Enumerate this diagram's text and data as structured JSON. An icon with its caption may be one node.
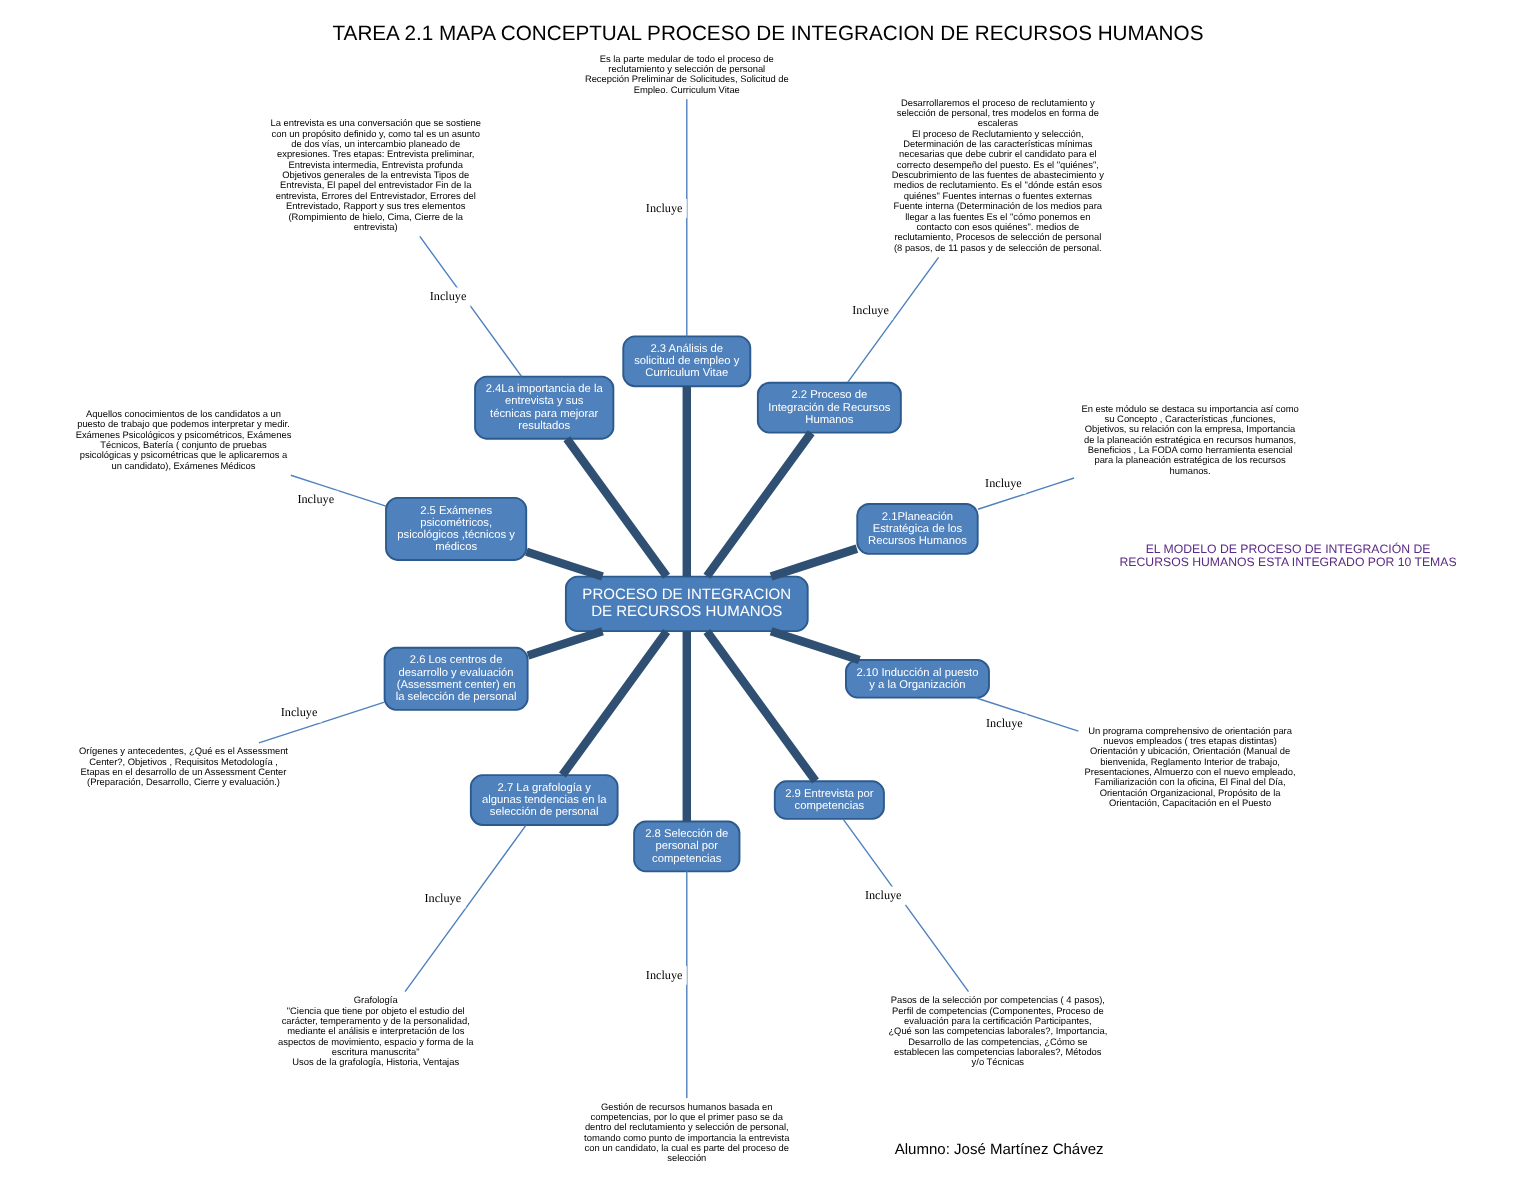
{
  "diagram": {
    "title": "TAREA 2.1 MAPA CONCEPTUAL PROCESO DE INTEGRACION DE RECURSOS HUMANOS",
    "nodes": [
      {
        "text": [
          "PROCESO DE INTEGRACION DE RECURSOS HUMANOS"
        ]
      },
      {
        "text": [
          "2.1Planeación Estratégica de los Recursos Humanos"
        ]
      },
      {
        "text": [
          "2.2 Proceso de Integración de Recursos Humanos"
        ]
      },
      {
        "text": [
          "2.3 Análisis de solicitud de empleo y Curriculum Vitae"
        ]
      },
      {
        "text": [
          "2.4La importancia de la entrevista y sus técnicas para mejorar resultados"
        ]
      },
      {
        "text": [
          "2.5 Exámenes psicométricos, psicológicos ,técnicos y médicos"
        ]
      },
      {
        "text": [
          "2.6 Los centros de desarrollo y evaluación (Assessment center) en la selección de personal"
        ]
      },
      {
        "text": [
          "2.7 La grafología y algunas tendencias en la selección de personal"
        ]
      },
      {
        "text": [
          "2.8 Selección de personal por competencias"
        ]
      },
      {
        "text": [
          "2.9 Entrevista por competencias"
        ]
      },
      {
        "text": [
          "2.10 Inducción al puesto y a la Organización"
        ]
      },
      {
        "text": [
          "En este módulo se destaca su importancia así como su Concepto , Características ,funciones, Objetivos, su relación con la empresa, Importancia de la planeación estratégica en recursos humanos, Beneficios , La FODA como herramienta esencial para la planeación estratégica de los recursos humanos."
        ]
      },
      {
        "text": [
          "Desarrollaremos el proceso de reclutamiento y selección de personal, tres modelos en forma de escaleras",
          "El proceso de Reclutamiento y selección, Determinación de las características mínimas necesarias que debe cubrir el candidato para el correcto desempeño del puesto. Es el \"quiénes\", Descubrimiento de las fuentes de abastecimiento y medios de reclutamiento. Es el \"dónde están esos quiénes\" Fuentes internas o fuentes externas Fuente interna (Determinación de los medios para llegar a las fuentes Es el \"cómo ponemos en contacto con esos quiénes\". medios de reclutamiento, Procesos de selección de personal (8 pasos, de 11 pasos y de selección de personal."
        ]
      },
      {
        "text": [
          "Es la parte medular de todo el proceso de reclutamiento y selección de personal",
          "Recepción Preliminar de Solicitudes, Solicitud de Empleo. Curriculum Vitae"
        ]
      },
      {
        "text": [
          "La entrevista es una conversación que se sostiene con un propósito definido y, como tal es un asunto de dos vías, un intercambio planeado de expresiones. Tres etapas: Entrevista preliminar, Entrevista intermedia, Entrevista profunda Objetivos generales de la entrevista Tipos de Entrevista, El papel del entrevistador Fin de la entrevista, Errores del Entrevistador, Errores del Entrevistado, Rapport y sus tres elementos (Rompimiento de hielo, Cima, Cierre de la entrevista)"
        ]
      },
      {
        "text": [
          "Aquellos conocimientos de los candidatos a un puesto de trabajo que podemos interpretar y medir. Exámenes Psicológicos y psicométricos, Exámenes Técnicos, Batería ( conjunto de pruebas psicológicas y psicométricas que le aplicaremos a un candidato), Exámenes Médicos"
        ]
      },
      {
        "text": [
          "Orígenes y antecedentes, ¿Qué es el Assessment Center?, Objetivos , Requisitos Metodología , Etapas en el desarrollo de un Assessment Center (Preparación, Desarrollo, Cierre y evaluación.)"
        ]
      },
      {
        "text": [
          "Grafología",
          "\"Ciencia que tiene por objeto el estudio del carácter, temperamento y de la personalidad, mediante el análisis e interpretación de los aspectos de movimiento, espacio y forma de la escritura manuscrita\"",
          "Usos de la grafología, Historia, Ventajas"
        ]
      },
      {
        "text": [
          "Gestión de recursos humanos basada en competencias, por lo que el primer paso se da dentro del reclutamiento y selección de personal, tomando como punto de importancia la entrevista con un candidato, la cual es parte del proceso de selección"
        ]
      },
      {
        "text": [
          "Pasos de la selección por competencias ( 4 pasos), Perfil de competencias (Componentes, Proceso de evaluación para la certificación Participantes, ¿Qué son las competencias laborales?, Importancia, Desarrollo de las competencias, ¿Cómo se establecen las competencias laborales?, Métodos y/o Técnicas"
        ]
      },
      {
        "text": [
          "Un programa comprehensivo de orientación para nuevos empleados ( tres etapas distintas) Orientación y ubicación, Orientación (Manual de bienvenida, Reglamento Interior de trabajo, Presentaciones, Almuerzo con el nuevo empleado, Familiarización con la oficina, El Final del Día, Orientación Organizacional, Propósito de la Orientación, Capacitación en el Puesto"
        ]
      }
    ],
    "edges": [
      {
        "from": 0,
        "to": 1,
        "arrow": "none",
        "style": "thick"
      },
      {
        "from": 0,
        "to": 2,
        "arrow": "none",
        "style": "thick"
      },
      {
        "from": 0,
        "to": 3,
        "arrow": "none",
        "style": "thick"
      },
      {
        "from": 0,
        "to": 4,
        "arrow": "none",
        "style": "thick"
      },
      {
        "from": 0,
        "to": 5,
        "arrow": "none",
        "style": "thick"
      },
      {
        "from": 0,
        "to": 6,
        "arrow": "none",
        "style": "thick"
      },
      {
        "from": 0,
        "to": 7,
        "arrow": "none",
        "style": "thick"
      },
      {
        "from": 0,
        "to": 8,
        "arrow": "none",
        "style": "thick"
      },
      {
        "from": 0,
        "to": 9,
        "arrow": "none",
        "style": "thick"
      },
      {
        "from": 0,
        "to": 10,
        "arrow": "none",
        "style": "thick"
      },
      {
        "from": 1,
        "to": 11,
        "arrow": "none",
        "label": "Incluye"
      },
      {
        "from": 2,
        "to": 12,
        "arrow": "none",
        "label": "Incluye"
      },
      {
        "from": 3,
        "to": 13,
        "arrow": "none",
        "label": "Incluye"
      },
      {
        "from": 4,
        "to": 14,
        "arrow": "none",
        "label": "Incluye"
      },
      {
        "from": 5,
        "to": 15,
        "arrow": "none",
        "label": "Incluye"
      },
      {
        "from": 6,
        "to": 16,
        "arrow": "none",
        "label": "Incluye"
      },
      {
        "from": 7,
        "to": 17,
        "arrow": "none",
        "label": "Incluye"
      },
      {
        "from": 8,
        "to": 18,
        "arrow": "none",
        "label": "Incluye"
      },
      {
        "from": 9,
        "to": 19,
        "arrow": "none",
        "label": "Incluye"
      },
      {
        "from": 10,
        "to": 20,
        "arrow": "none",
        "label": "Incluye"
      }
    ],
    "labels": [
      "Alumno: José Martínez Chávez",
      "EL MODELO DE PROCESO DE INTEGRACIÓN DE RECURSOS HUMANOS ESTA INTEGRADO POR 10 TEMAS"
    ]
  }
}
